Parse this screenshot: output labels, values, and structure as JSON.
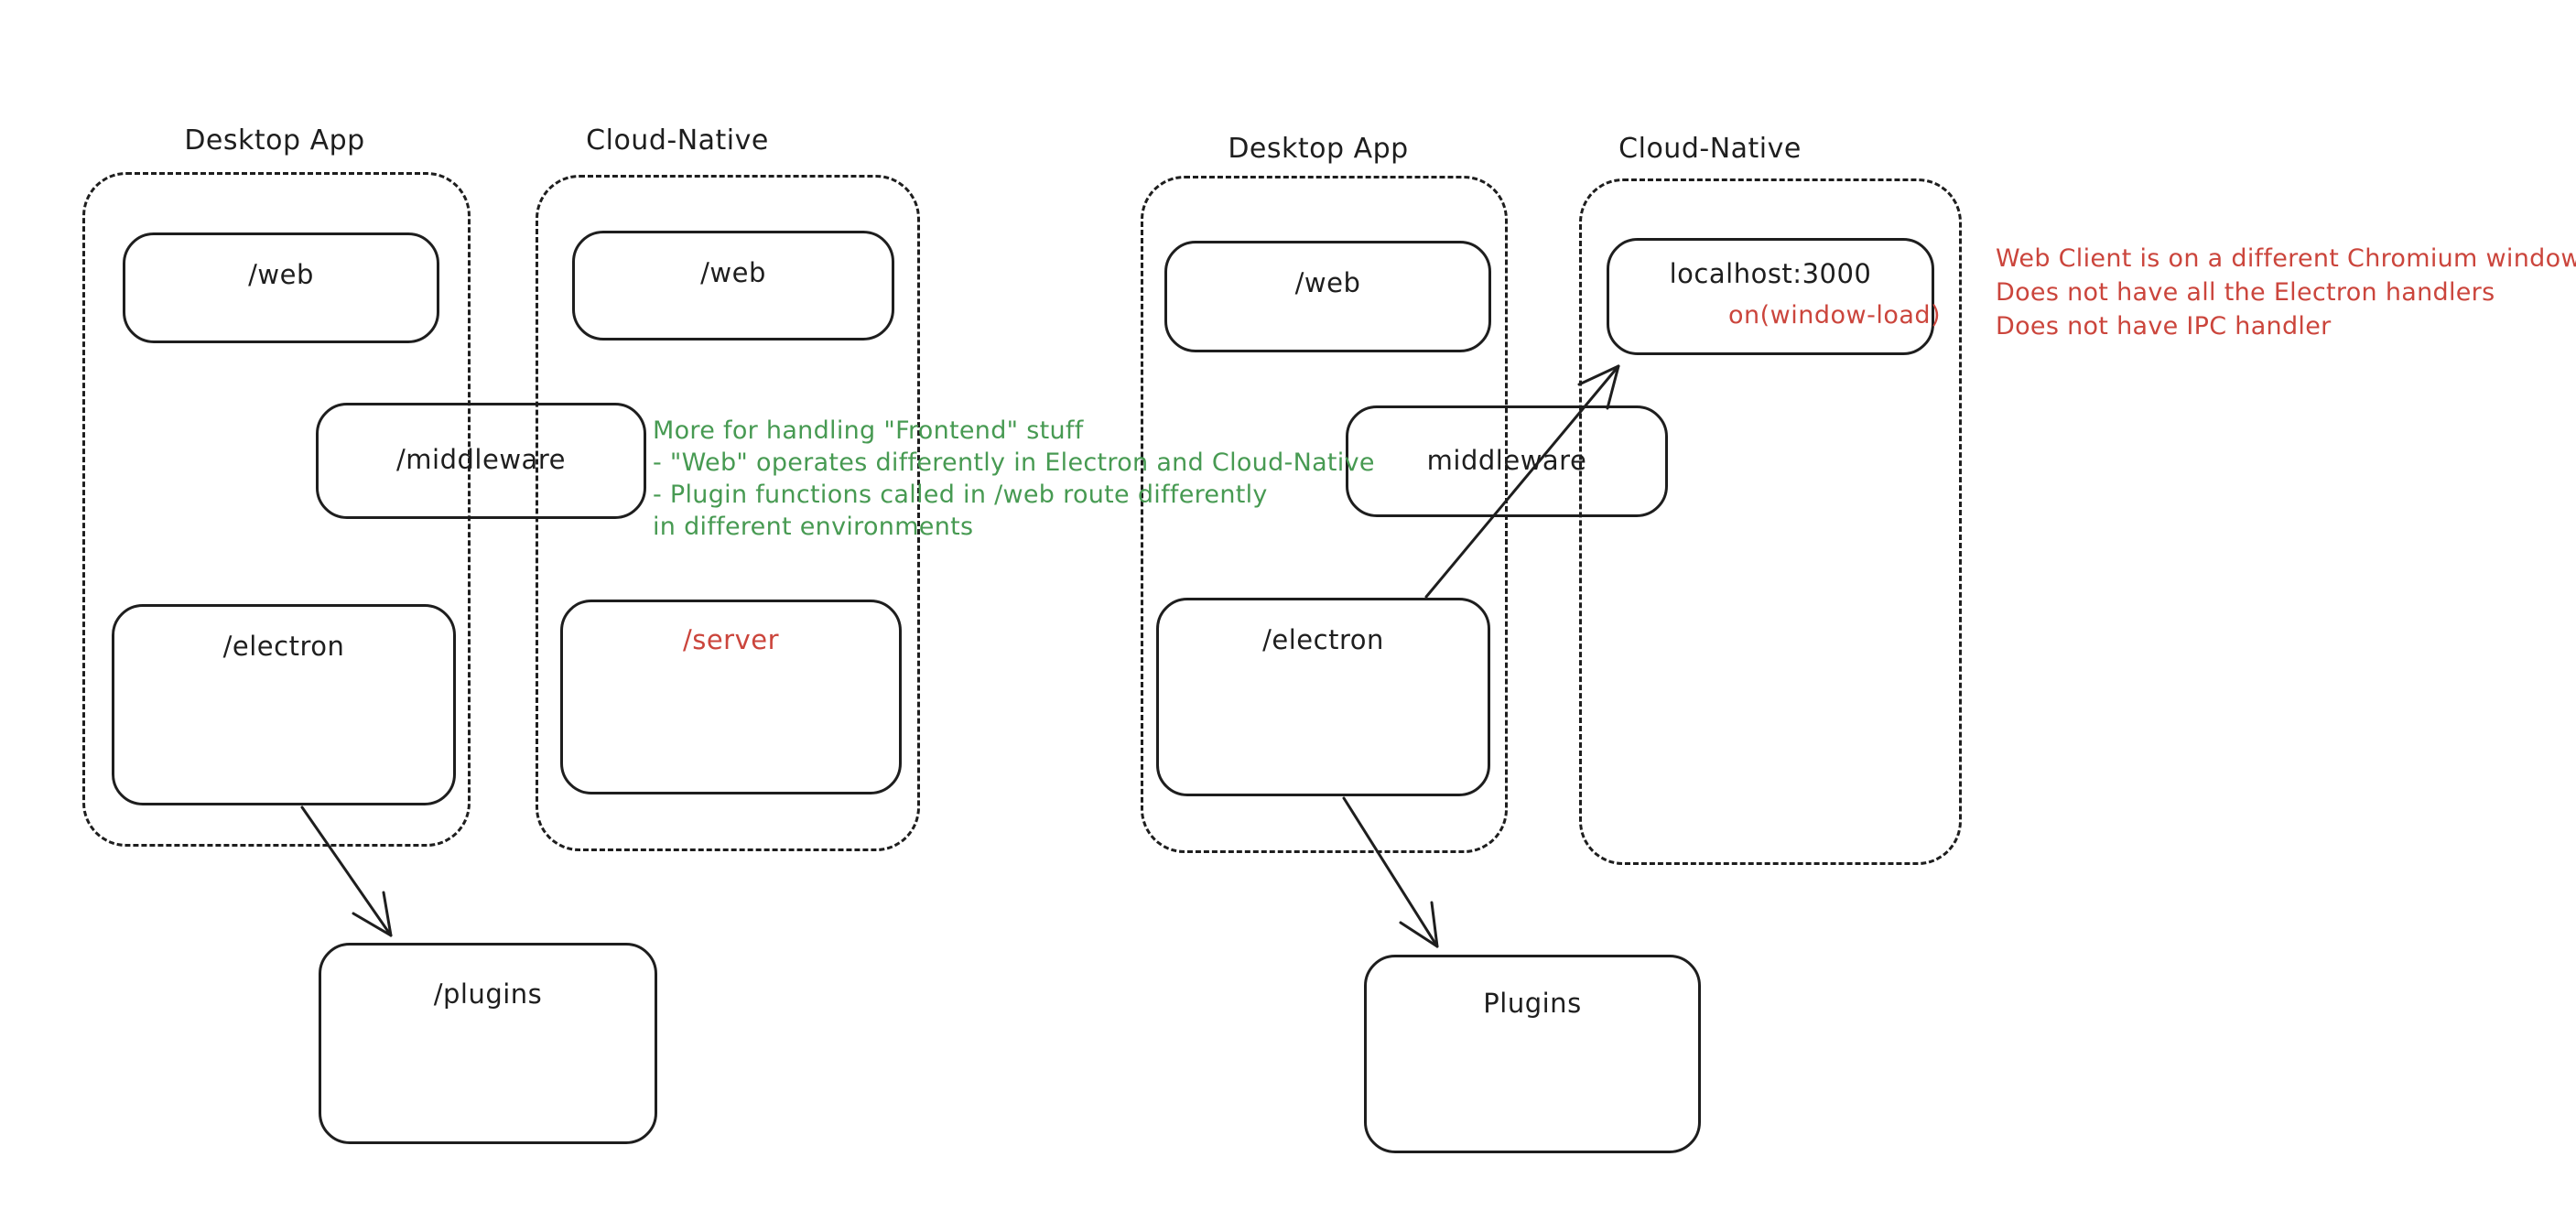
{
  "canvas": {
    "background": "#ffffff"
  },
  "colors": {
    "stroke": "#1e1e1e",
    "green": "#479a52",
    "red": "#cb453c"
  },
  "left_diagram": {
    "desktop_container_label": "Desktop App",
    "cloud_container_label": "Cloud-Native",
    "desktop_web_box": "/web",
    "cloud_web_box": "/web",
    "middleware_box": "/middleware",
    "electron_box": "/electron",
    "server_box": "/server",
    "plugins_box": "/plugins",
    "green_note_lines": [
      "More for handling \"Frontend\" stuff",
      "- \"Web\" operates differently in Electron and Cloud-Native",
      "- Plugin functions called in /web route differently",
      "in different environments"
    ]
  },
  "right_diagram": {
    "desktop_container_label": "Desktop App",
    "cloud_container_label": "Cloud-Native",
    "desktop_web_box": "/web",
    "localhost_box": "localhost:3000",
    "localhost_sub_label": "on(window-load)",
    "middleware_box": "middleware",
    "electron_box": "/electron",
    "plugins_box": "Plugins",
    "red_note_lines": [
      "Web Client is on a different Chromium window",
      "Does not have all the Electron handlers",
      "Does not have IPC handler"
    ]
  }
}
